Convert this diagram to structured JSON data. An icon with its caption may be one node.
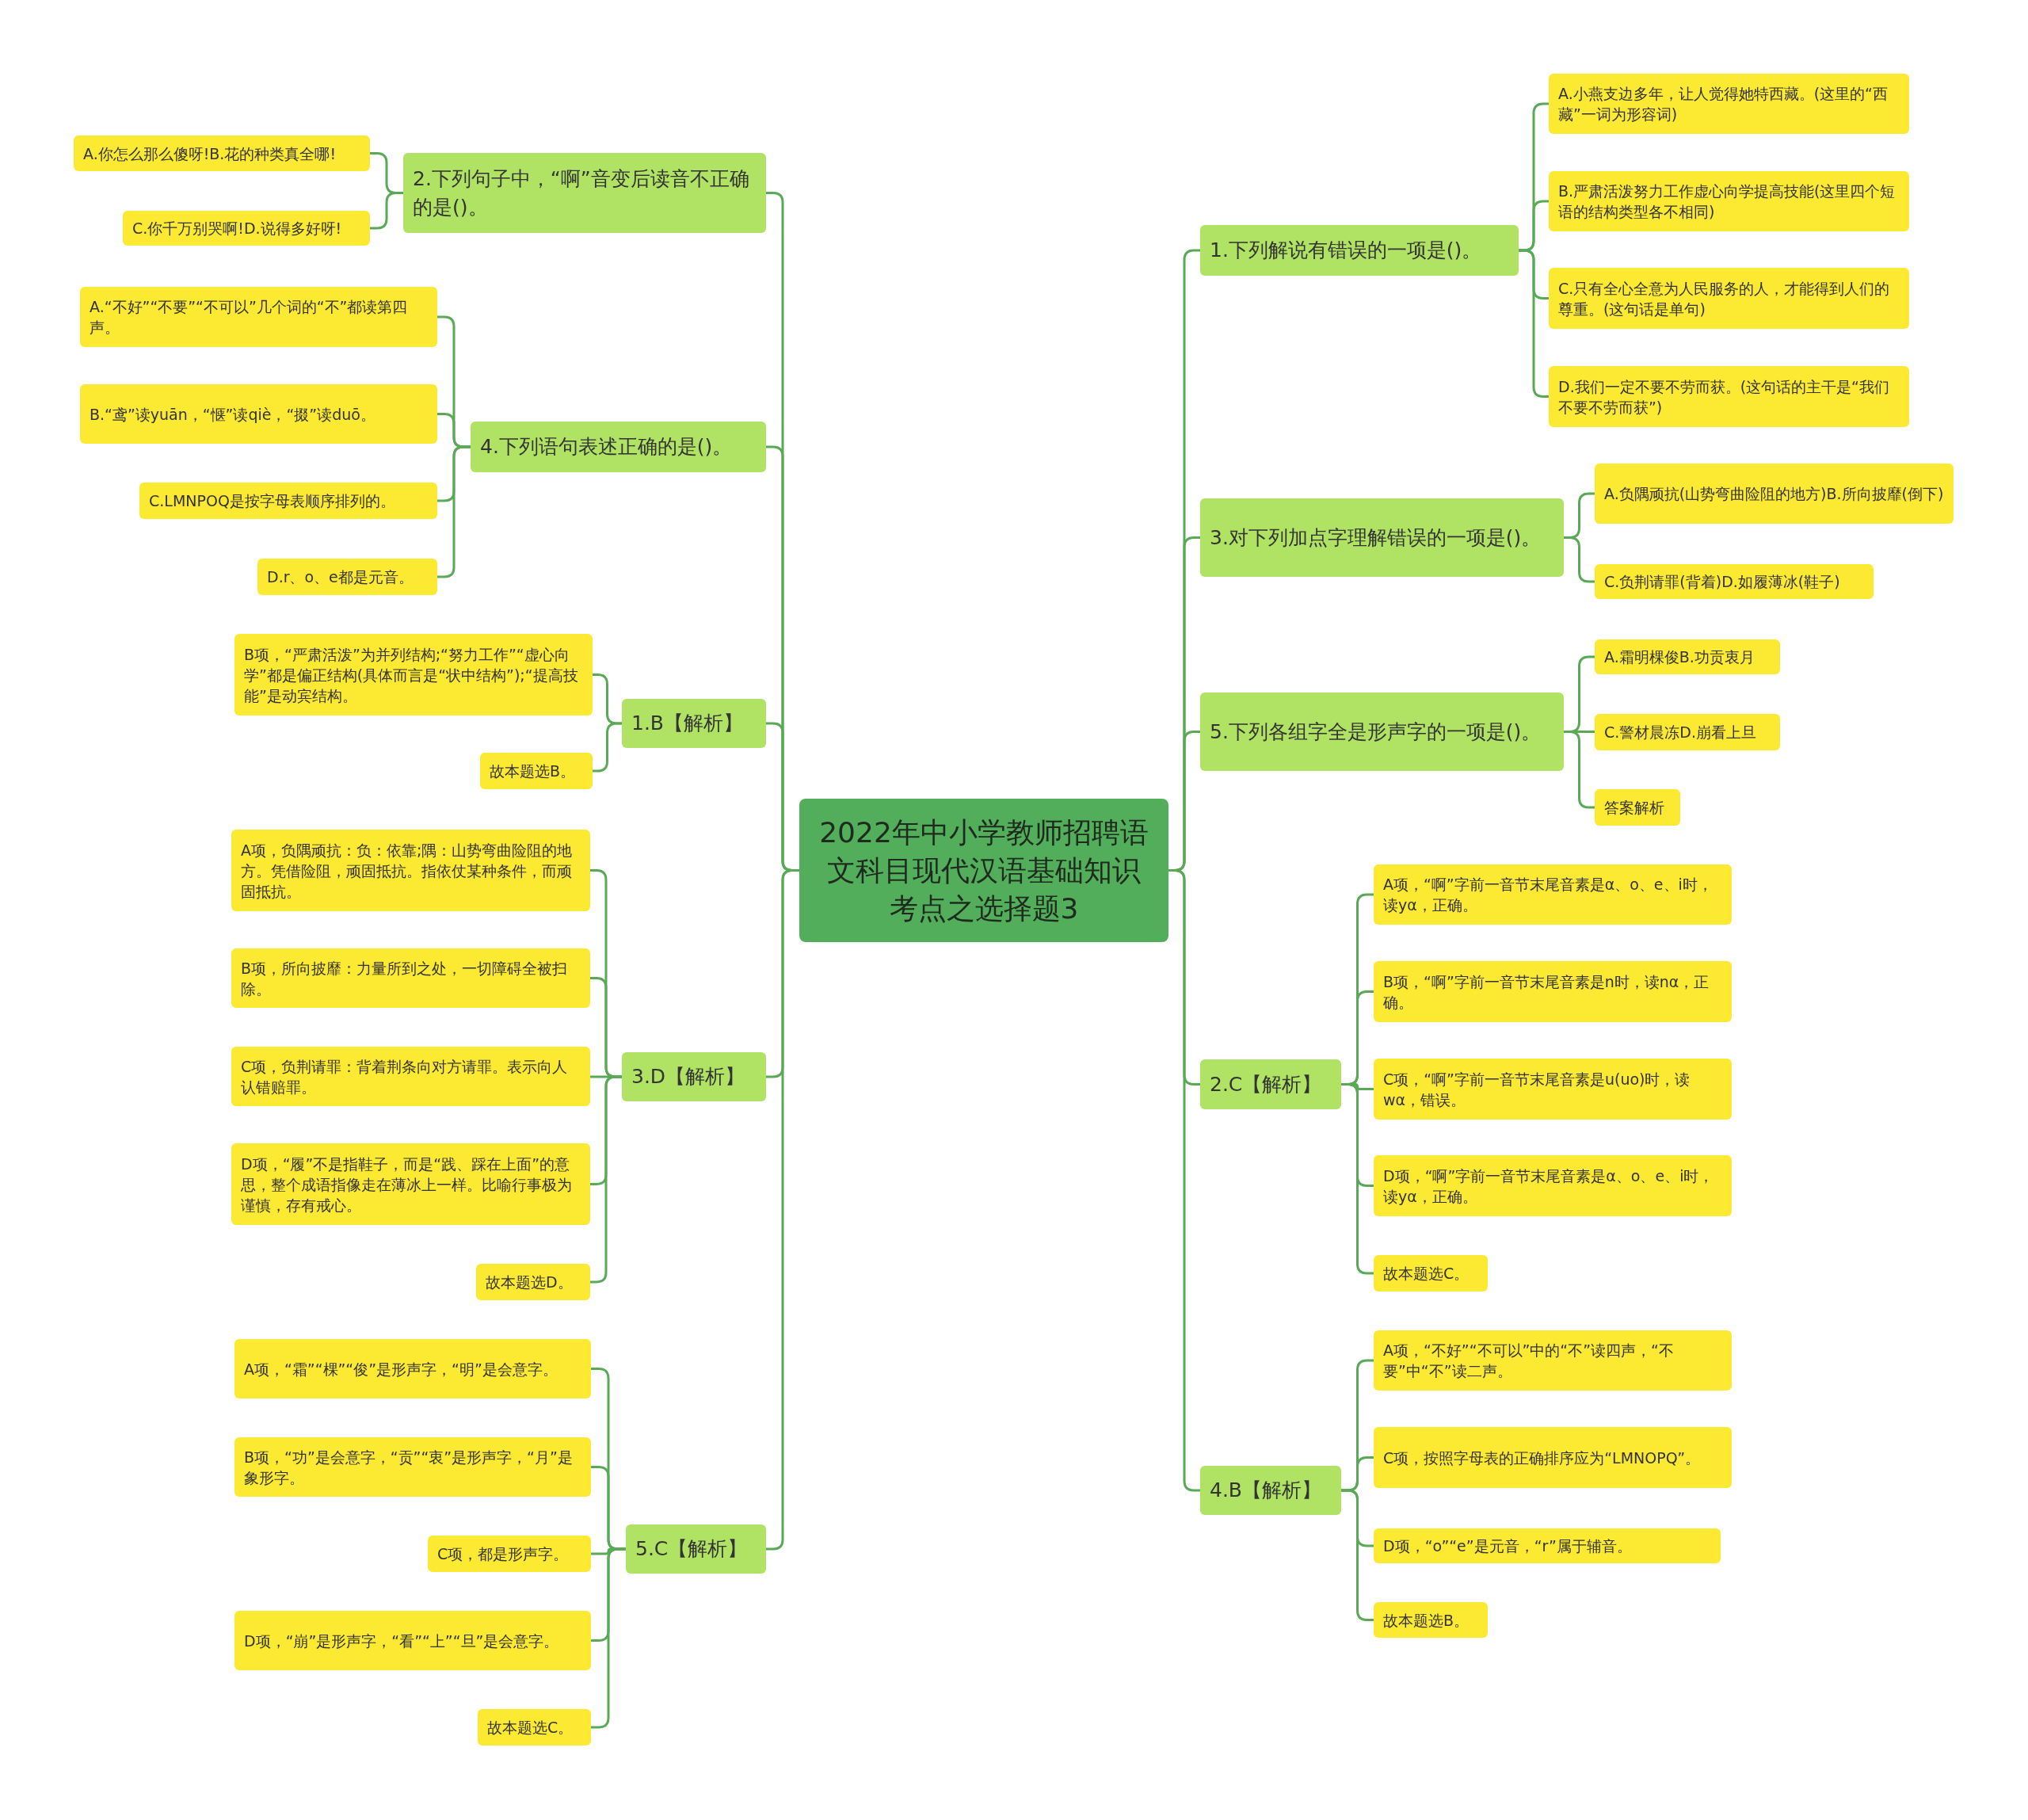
{
  "diagram": {
    "nodes": [
      {
        "text": [
          "2022年中小学教师招聘语文科目现代汉语基础知识考点之选择题3"
        ]
      },
      {
        "text": [
          "1.下列解说有错误的一项是()。"
        ]
      },
      {
        "text": [
          "A.小燕支边多年，让人觉得她特西藏。(这里的“西藏”一词为形容词)"
        ]
      },
      {
        "text": [
          "B.严肃活泼努力工作虚心向学提高技能(这里四个短语的结构类型各不相同)"
        ]
      },
      {
        "text": [
          "C.只有全心全意为人民服务的人，才能得到人们的尊重。(这句话是单句)"
        ]
      },
      {
        "text": [
          "D.我们一定不要不劳而获。(这句话的主干是“我们不要不劳而获”)"
        ]
      },
      {
        "text": [
          "3.对下列加点字理解错误的一项是()。"
        ]
      },
      {
        "text": [
          "A.负隅顽抗(山势弯曲险阻的地方)B.所向披靡(倒下)"
        ]
      },
      {
        "text": [
          "C.负荆请罪(背着)D.如履薄冰(鞋子)"
        ]
      },
      {
        "text": [
          "5.下列各组字全是形声字的一项是()。"
        ]
      },
      {
        "text": [
          "A.霜明棵俊B.功贡衷月"
        ]
      },
      {
        "text": [
          "C.警材晨冻D.崩看上旦"
        ]
      },
      {
        "text": [
          "答案解析"
        ]
      },
      {
        "text": [
          "2.C【解析】"
        ]
      },
      {
        "text": [
          "A项，“啊”字前一音节末尾音素是α、o、e、i时，读yα，正确。"
        ]
      },
      {
        "text": [
          "B项，“啊”字前一音节末尾音素是n时，读nα，正确。"
        ]
      },
      {
        "text": [
          "C项，“啊”字前一音节末尾音素是u(uo)时，读wα，错误。"
        ]
      },
      {
        "text": [
          "D项，“啊”字前一音节末尾音素是α、o、e、i时，读yα，正确。"
        ]
      },
      {
        "text": [
          "故本题选C。"
        ]
      },
      {
        "text": [
          "4.B【解析】"
        ]
      },
      {
        "text": [
          "A项，“不好”“不可以”中的“不”读四声，“不要”中“不”读二声。"
        ]
      },
      {
        "text": [
          "C项，按照字母表的正确排序应为“LMNOPQ”。"
        ]
      },
      {
        "text": [
          "D项，“o”“e”是元音，“r”属于辅音。"
        ]
      },
      {
        "text": [
          "故本题选B。"
        ]
      },
      {
        "text": [
          "2.下列句子中，“啊”音变后读音不正确的是()。"
        ]
      },
      {
        "text": [
          "A.你怎么那么傻呀!B.花的种类真全哪!"
        ]
      },
      {
        "text": [
          "C.你千万别哭啊!D.说得多好呀!"
        ]
      },
      {
        "text": [
          "4.下列语句表述正确的是()。"
        ]
      },
      {
        "text": [
          "A.“不好”“不要”“不可以”几个词的“不”都读第四声。"
        ]
      },
      {
        "text": [
          "B.“鸢”读yuān，“惬”读qiè，“掇”读duō。"
        ]
      },
      {
        "text": [
          "C.LMNPOQ是按字母表顺序排列的。"
        ]
      },
      {
        "text": [
          "D.r、o、e都是元音。"
        ]
      },
      {
        "text": [
          "1.B【解析】"
        ]
      },
      {
        "text": [
          "B项，“严肃活泼”为并列结构;“努力工作”“虚心向学”都是偏正结构(具体而言是“状中结构”);“提高技能”是动宾结构。"
        ]
      },
      {
        "text": [
          "故本题选B。"
        ]
      },
      {
        "text": [
          "3.D【解析】"
        ]
      },
      {
        "text": [
          "A项，负隅顽抗：负：依靠;隅：山势弯曲险阻的地方。凭借险阻，顽固抵抗。指依仗某种条件，而顽固抵抗。"
        ]
      },
      {
        "text": [
          "B项，所向披靡：力量所到之处，一切障碍全被扫除。"
        ]
      },
      {
        "text": [
          "C项，负荆请罪：背着荆条向对方请罪。表示向人认错赔罪。"
        ]
      },
      {
        "text": [
          "D项，“履”不是指鞋子，而是“践、踩在上面”的意思，整个成语指像走在薄冰上一样。比喻行事极为谨慎，存有戒心。"
        ]
      },
      {
        "text": [
          "故本题选D。"
        ]
      },
      {
        "text": [
          "5.C【解析】"
        ]
      },
      {
        "text": [
          "A项，“霜”“棵”“俊”是形声字，“明”是会意字。"
        ]
      },
      {
        "text": [
          "B项，“功”是会意字，“贡”“衷”是形声字，“月”是象形字。"
        ]
      },
      {
        "text": [
          "C项，都是形声字。"
        ]
      },
      {
        "text": [
          "D项，“崩”是形声字，“看”“上”“旦”是会意字。"
        ]
      },
      {
        "text": [
          "故本题选C。"
        ]
      }
    ],
    "edges": [
      {
        "from": 0,
        "to": 1,
        "arrow": "none"
      },
      {
        "from": 0,
        "to": 6,
        "arrow": "none"
      },
      {
        "from": 0,
        "to": 9,
        "arrow": "none"
      },
      {
        "from": 0,
        "to": 13,
        "arrow": "none"
      },
      {
        "from": 0,
        "to": 19,
        "arrow": "none"
      },
      {
        "from": 0,
        "to": 24,
        "arrow": "none"
      },
      {
        "from": 0,
        "to": 27,
        "arrow": "none"
      },
      {
        "from": 0,
        "to": 32,
        "arrow": "none"
      },
      {
        "from": 0,
        "to": 35,
        "arrow": "none"
      },
      {
        "from": 0,
        "to": 41,
        "arrow": "none"
      },
      {
        "from": 1,
        "to": 2,
        "arrow": "none"
      },
      {
        "from": 1,
        "to": 3,
        "arrow": "none"
      },
      {
        "from": 1,
        "to": 4,
        "arrow": "none"
      },
      {
        "from": 1,
        "to": 5,
        "arrow": "none"
      },
      {
        "from": 6,
        "to": 7,
        "arrow": "none"
      },
      {
        "from": 6,
        "to": 8,
        "arrow": "none"
      },
      {
        "from": 9,
        "to": 10,
        "arrow": "none"
      },
      {
        "from": 9,
        "to": 11,
        "arrow": "none"
      },
      {
        "from": 9,
        "to": 12,
        "arrow": "none"
      },
      {
        "from": 13,
        "to": 14,
        "arrow": "none"
      },
      {
        "from": 13,
        "to": 15,
        "arrow": "none"
      },
      {
        "from": 13,
        "to": 16,
        "arrow": "none"
      },
      {
        "from": 13,
        "to": 17,
        "arrow": "none"
      },
      {
        "from": 13,
        "to": 18,
        "arrow": "none"
      },
      {
        "from": 19,
        "to": 20,
        "arrow": "none"
      },
      {
        "from": 19,
        "to": 21,
        "arrow": "none"
      },
      {
        "from": 19,
        "to": 22,
        "arrow": "none"
      },
      {
        "from": 19,
        "to": 23,
        "arrow": "none"
      },
      {
        "from": 24,
        "to": 25,
        "arrow": "none"
      },
      {
        "from": 24,
        "to": 26,
        "arrow": "none"
      },
      {
        "from": 27,
        "to": 28,
        "arrow": "none"
      },
      {
        "from": 27,
        "to": 29,
        "arrow": "none"
      },
      {
        "from": 27,
        "to": 30,
        "arrow": "none"
      },
      {
        "from": 27,
        "to": 31,
        "arrow": "none"
      },
      {
        "from": 32,
        "to": 33,
        "arrow": "none"
      },
      {
        "from": 32,
        "to": 34,
        "arrow": "none"
      },
      {
        "from": 35,
        "to": 36,
        "arrow": "none"
      },
      {
        "from": 35,
        "to": 37,
        "arrow": "none"
      },
      {
        "from": 35,
        "to": 38,
        "arrow": "none"
      },
      {
        "from": 35,
        "to": 39,
        "arrow": "none"
      },
      {
        "from": 35,
        "to": 40,
        "arrow": "none"
      },
      {
        "from": 41,
        "to": 42,
        "arrow": "none"
      },
      {
        "from": 41,
        "to": 43,
        "arrow": "none"
      },
      {
        "from": 41,
        "to": 44,
        "arrow": "none"
      },
      {
        "from": 41,
        "to": 45,
        "arrow": "none"
      },
      {
        "from": 41,
        "to": 46,
        "arrow": "none"
      }
    ]
  }
}
